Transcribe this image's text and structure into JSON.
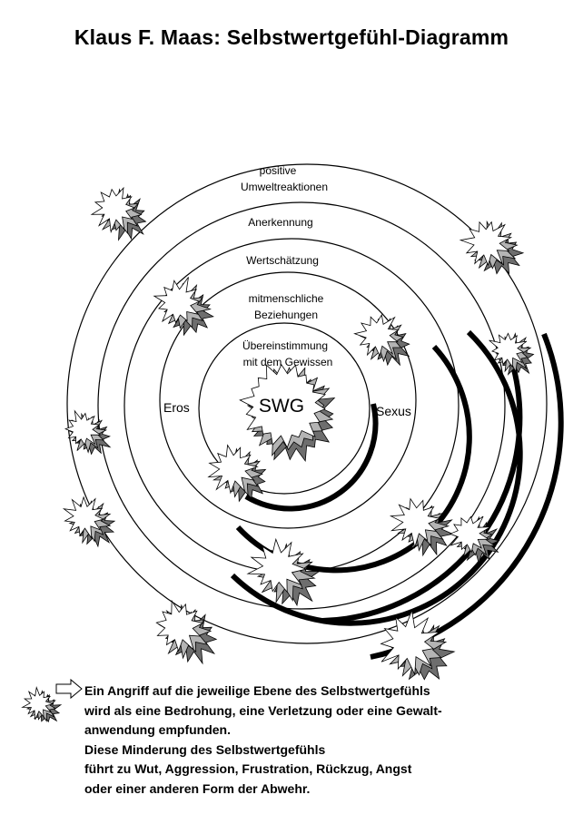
{
  "title": "Klaus F. Maas:  Selbstwertgefühl-Diagramm",
  "rings": {
    "ring1_line1": "positive",
    "ring1_line2": "Umweltreaktionen",
    "ring2": "Anerkennung",
    "ring3": "Wertschätzung",
    "ring4_line1": "mitmenschliche",
    "ring4_line2": "Beziehungen",
    "ring5_line1": "Übereinstimmung",
    "ring5_line2": "mit dem Gewissen"
  },
  "labels": {
    "eros": "Eros",
    "sexus": "Sexus",
    "core": "SWG"
  },
  "legend": {
    "line1": "Ein Angriff auf die jeweilige Ebene des Selbstwertgefühls",
    "line2": "wird als eine Bedrohung, eine Verletzung oder eine Gewalt-",
    "line3": "anwendung empfunden.",
    "line4": "Diese Minderung des Selbstwertgefühls",
    "line5": "führt zu Wut, Aggression, Frustration, Rückzug, Angst",
    "line6": "oder einer anderen Form der Abwehr."
  },
  "colors": {
    "shadow_dark": "#6e6e6e",
    "shadow_light": "#b4b4b4",
    "line": "#000000"
  }
}
